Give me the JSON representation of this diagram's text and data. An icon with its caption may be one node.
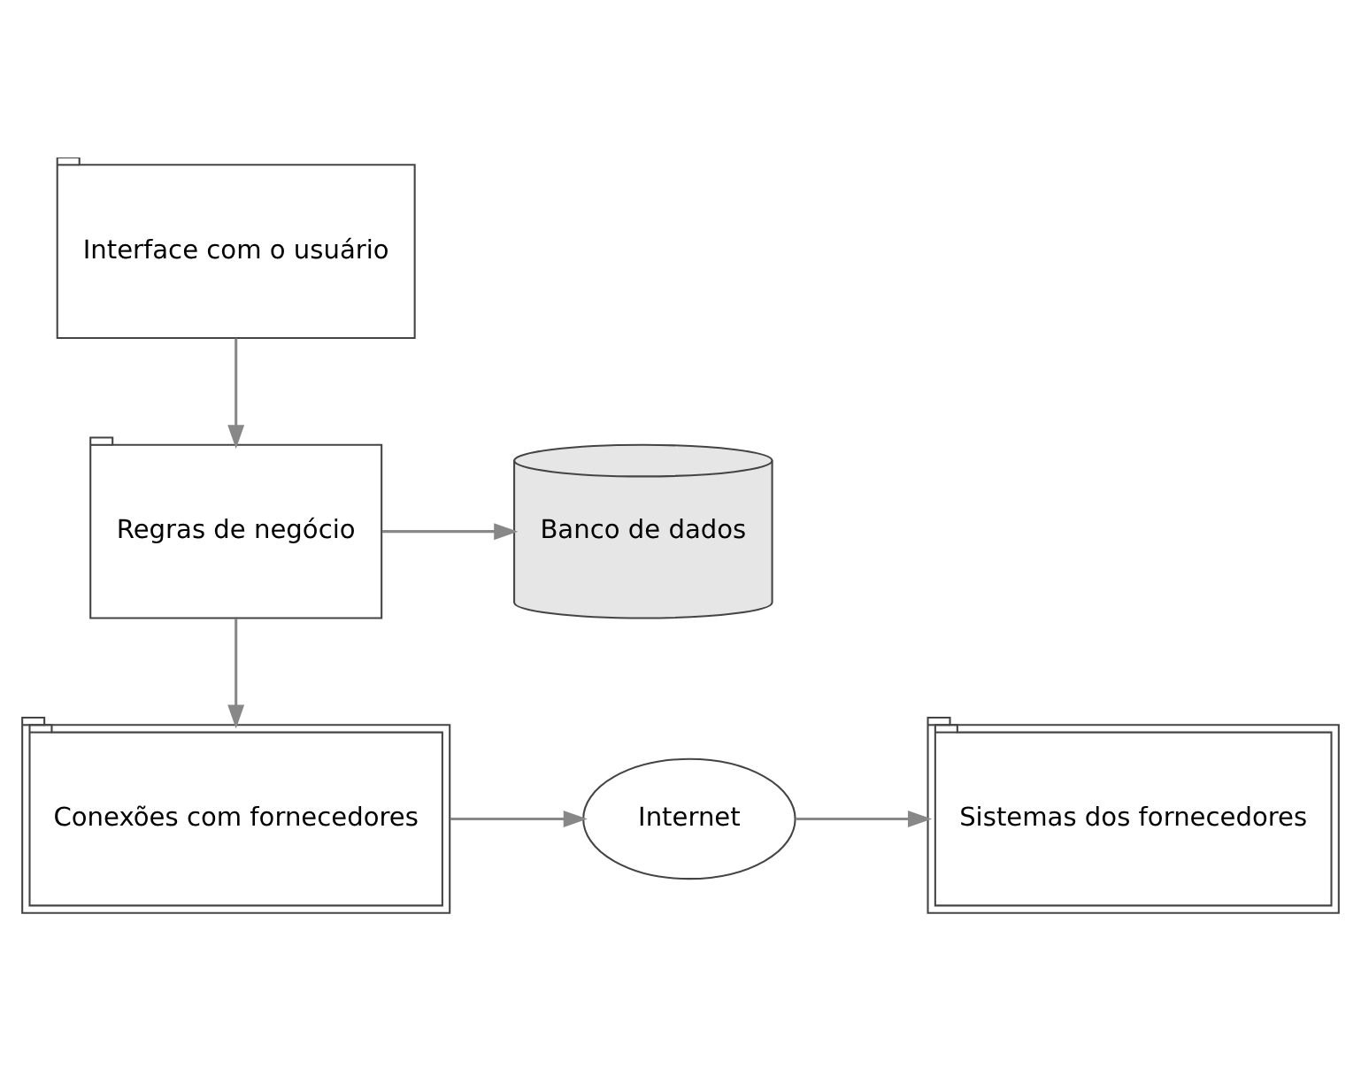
{
  "diagram": {
    "nodes": [
      {
        "text": [
          "Interface com o usuário"
        ]
      },
      {
        "text": [
          "Regras de negócio"
        ]
      },
      {
        "text": [
          "Banco de dados"
        ]
      },
      {
        "text": [
          "Conexões com fornecedores"
        ]
      },
      {
        "text": [
          "Internet"
        ]
      },
      {
        "text": [
          "Sistemas dos fornecedores"
        ]
      }
    ],
    "edges": [
      {
        "from": 0,
        "to": 1,
        "arrow": "to"
      },
      {
        "from": 1,
        "to": 2,
        "arrow": "to"
      },
      {
        "from": 1,
        "to": 3,
        "arrow": "to"
      },
      {
        "from": 3,
        "to": 4,
        "arrow": "to"
      },
      {
        "from": 4,
        "to": 5,
        "arrow": "to"
      }
    ]
  }
}
